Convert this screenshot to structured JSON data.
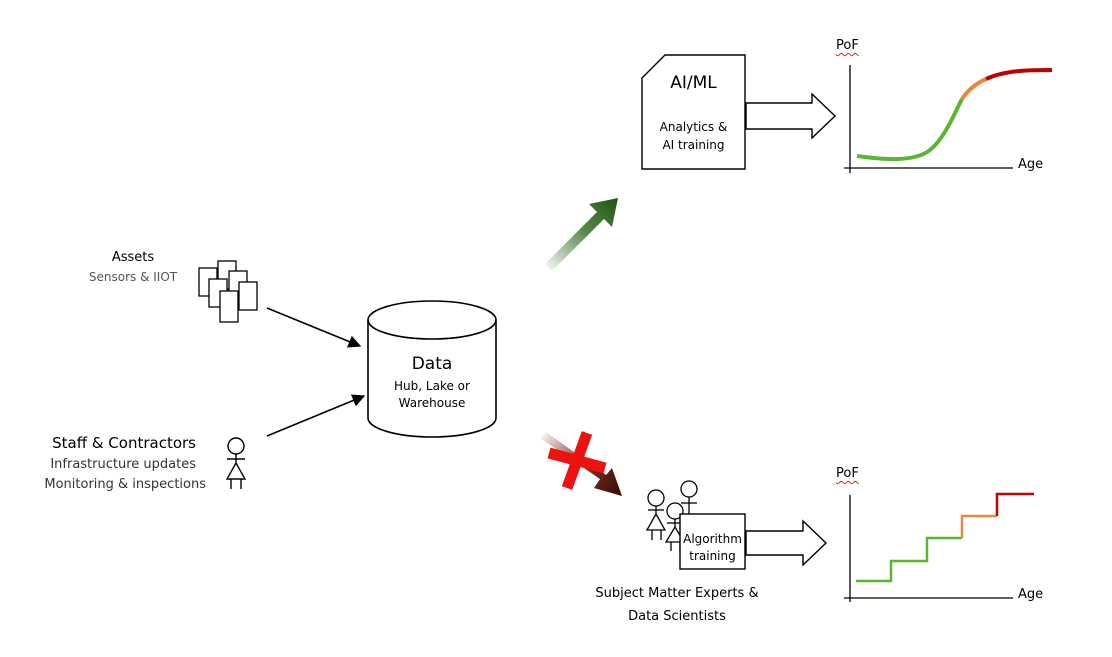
{
  "assets": {
    "title": "Assets",
    "subtitle": "Sensors & IIOT"
  },
  "staff": {
    "title": "Staff & Contractors",
    "line1": "Infrastructure updates",
    "line2": "Monitoring & inspections"
  },
  "data_store": {
    "title": "Data",
    "line1": "Hub, Lake or",
    "line2": "Warehouse"
  },
  "aiml": {
    "title": "AI/ML",
    "line1": "Analytics &",
    "line2": "AI training"
  },
  "algorithm": {
    "line1": "Algorithm",
    "line2": "training"
  },
  "sme": {
    "line1": "Subject Matter Experts &",
    "line2": "Data Scientists"
  },
  "chart_data": [
    {
      "type": "line",
      "ylabel": "PoF",
      "xlabel": "Age",
      "shape": "sigmoid",
      "segment_colors": [
        "#5cb531",
        "#e8883a",
        "#c00000"
      ]
    },
    {
      "type": "line",
      "ylabel": "PoF",
      "xlabel": "Age",
      "shape": "step",
      "segment_colors": [
        "#5cb531",
        "#e8883a",
        "#c00000"
      ]
    }
  ]
}
